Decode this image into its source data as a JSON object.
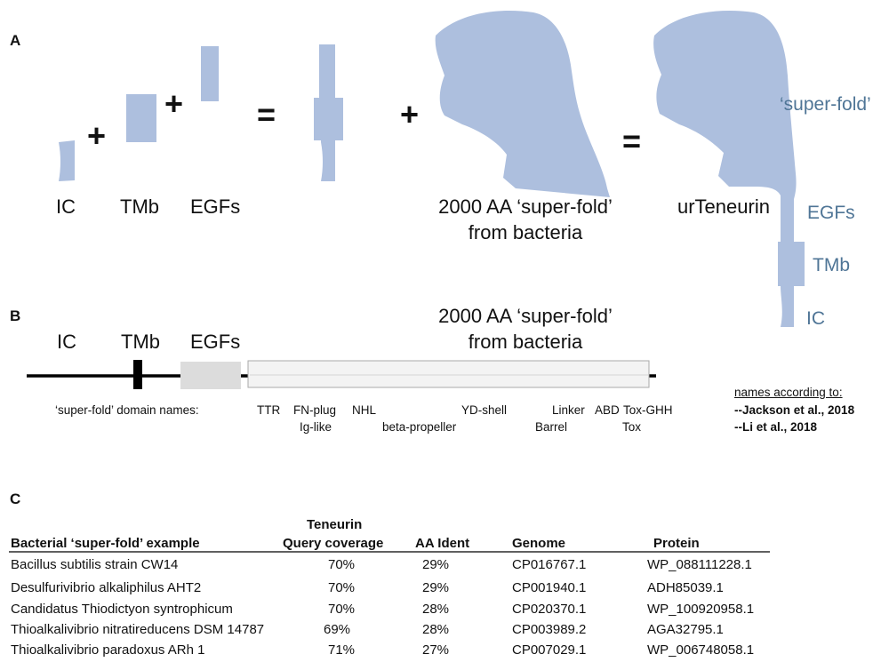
{
  "panels": {
    "a": "A",
    "b": "B",
    "c": "C"
  },
  "panel_a": {
    "plus": "+",
    "equals": "=",
    "labels": {
      "ic": "IC",
      "tmb": "TMb",
      "egfs": "EGFs",
      "superfold_line1": "2000 AA ‘super-fold’",
      "superfold_line2": "from bacteria",
      "urteneurin": "urTeneurin"
    },
    "annotations": {
      "superfold": "‘super-fold’",
      "egfs": "EGFs",
      "tmb": "TMb",
      "ic": "IC"
    },
    "colors": {
      "shape_fill": "#adbfde",
      "annotation_text": "#4f7596"
    }
  },
  "panel_b": {
    "labels": {
      "ic": "IC",
      "tmb": "TMb",
      "egfs": "EGFs",
      "superfold_line1": "2000 AA ‘super-fold’",
      "superfold_line2": "from bacteria"
    },
    "domain_names_label": "‘super-fold’ domain names:",
    "domains": {
      "ttr": "TTR",
      "fn_plug": "FN-plug",
      "ig_like": "Ig-like",
      "nhl": "NHL",
      "beta_propeller": "beta-propeller",
      "yd_shell": "YD-shell",
      "linker": "Linker",
      "abd": "ABD",
      "tox_ghh": "Tox-GHH",
      "barrel": "Barrel",
      "tox": "Tox"
    },
    "legend": {
      "title": "names according to:",
      "ref1": "--Jackson et al., 2018",
      "ref2": "--Li et al., 2018"
    }
  },
  "panel_c": {
    "header_top": "Teneurin",
    "columns": [
      "Bacterial ‘super-fold’ example",
      "Query coverage",
      "AA Ident",
      "Genome",
      "Protein"
    ],
    "rows": [
      {
        "example": "Bacillus subtilis strain CW14",
        "coverage": "70%",
        "ident": "29%",
        "genome": "CP016767.1",
        "protein": "WP_088111228.1"
      },
      {
        "example": "Desulfurivibrio alkaliphilus AHT2",
        "coverage": "70%",
        "ident": "29%",
        "genome": "CP001940.1",
        "protein": "ADH85039.1"
      },
      {
        "example": "Candidatus Thiodictyon syntrophicum",
        "coverage": "70%",
        "ident": "28%",
        "genome": "CP020370.1",
        "protein": "WP_100920958.1"
      },
      {
        "example": "Thioalkalivibrio nitratireducens DSM 14787",
        "coverage": "69%",
        "ident": "28%",
        "genome": "CP003989.2",
        "protein": "AGA32795.1"
      },
      {
        "example": "Thioalkalivibrio paradoxus ARh 1",
        "coverage": "71%",
        "ident": "27%",
        "genome": "CP007029.1",
        "protein": "WP_006748058.1"
      }
    ]
  }
}
